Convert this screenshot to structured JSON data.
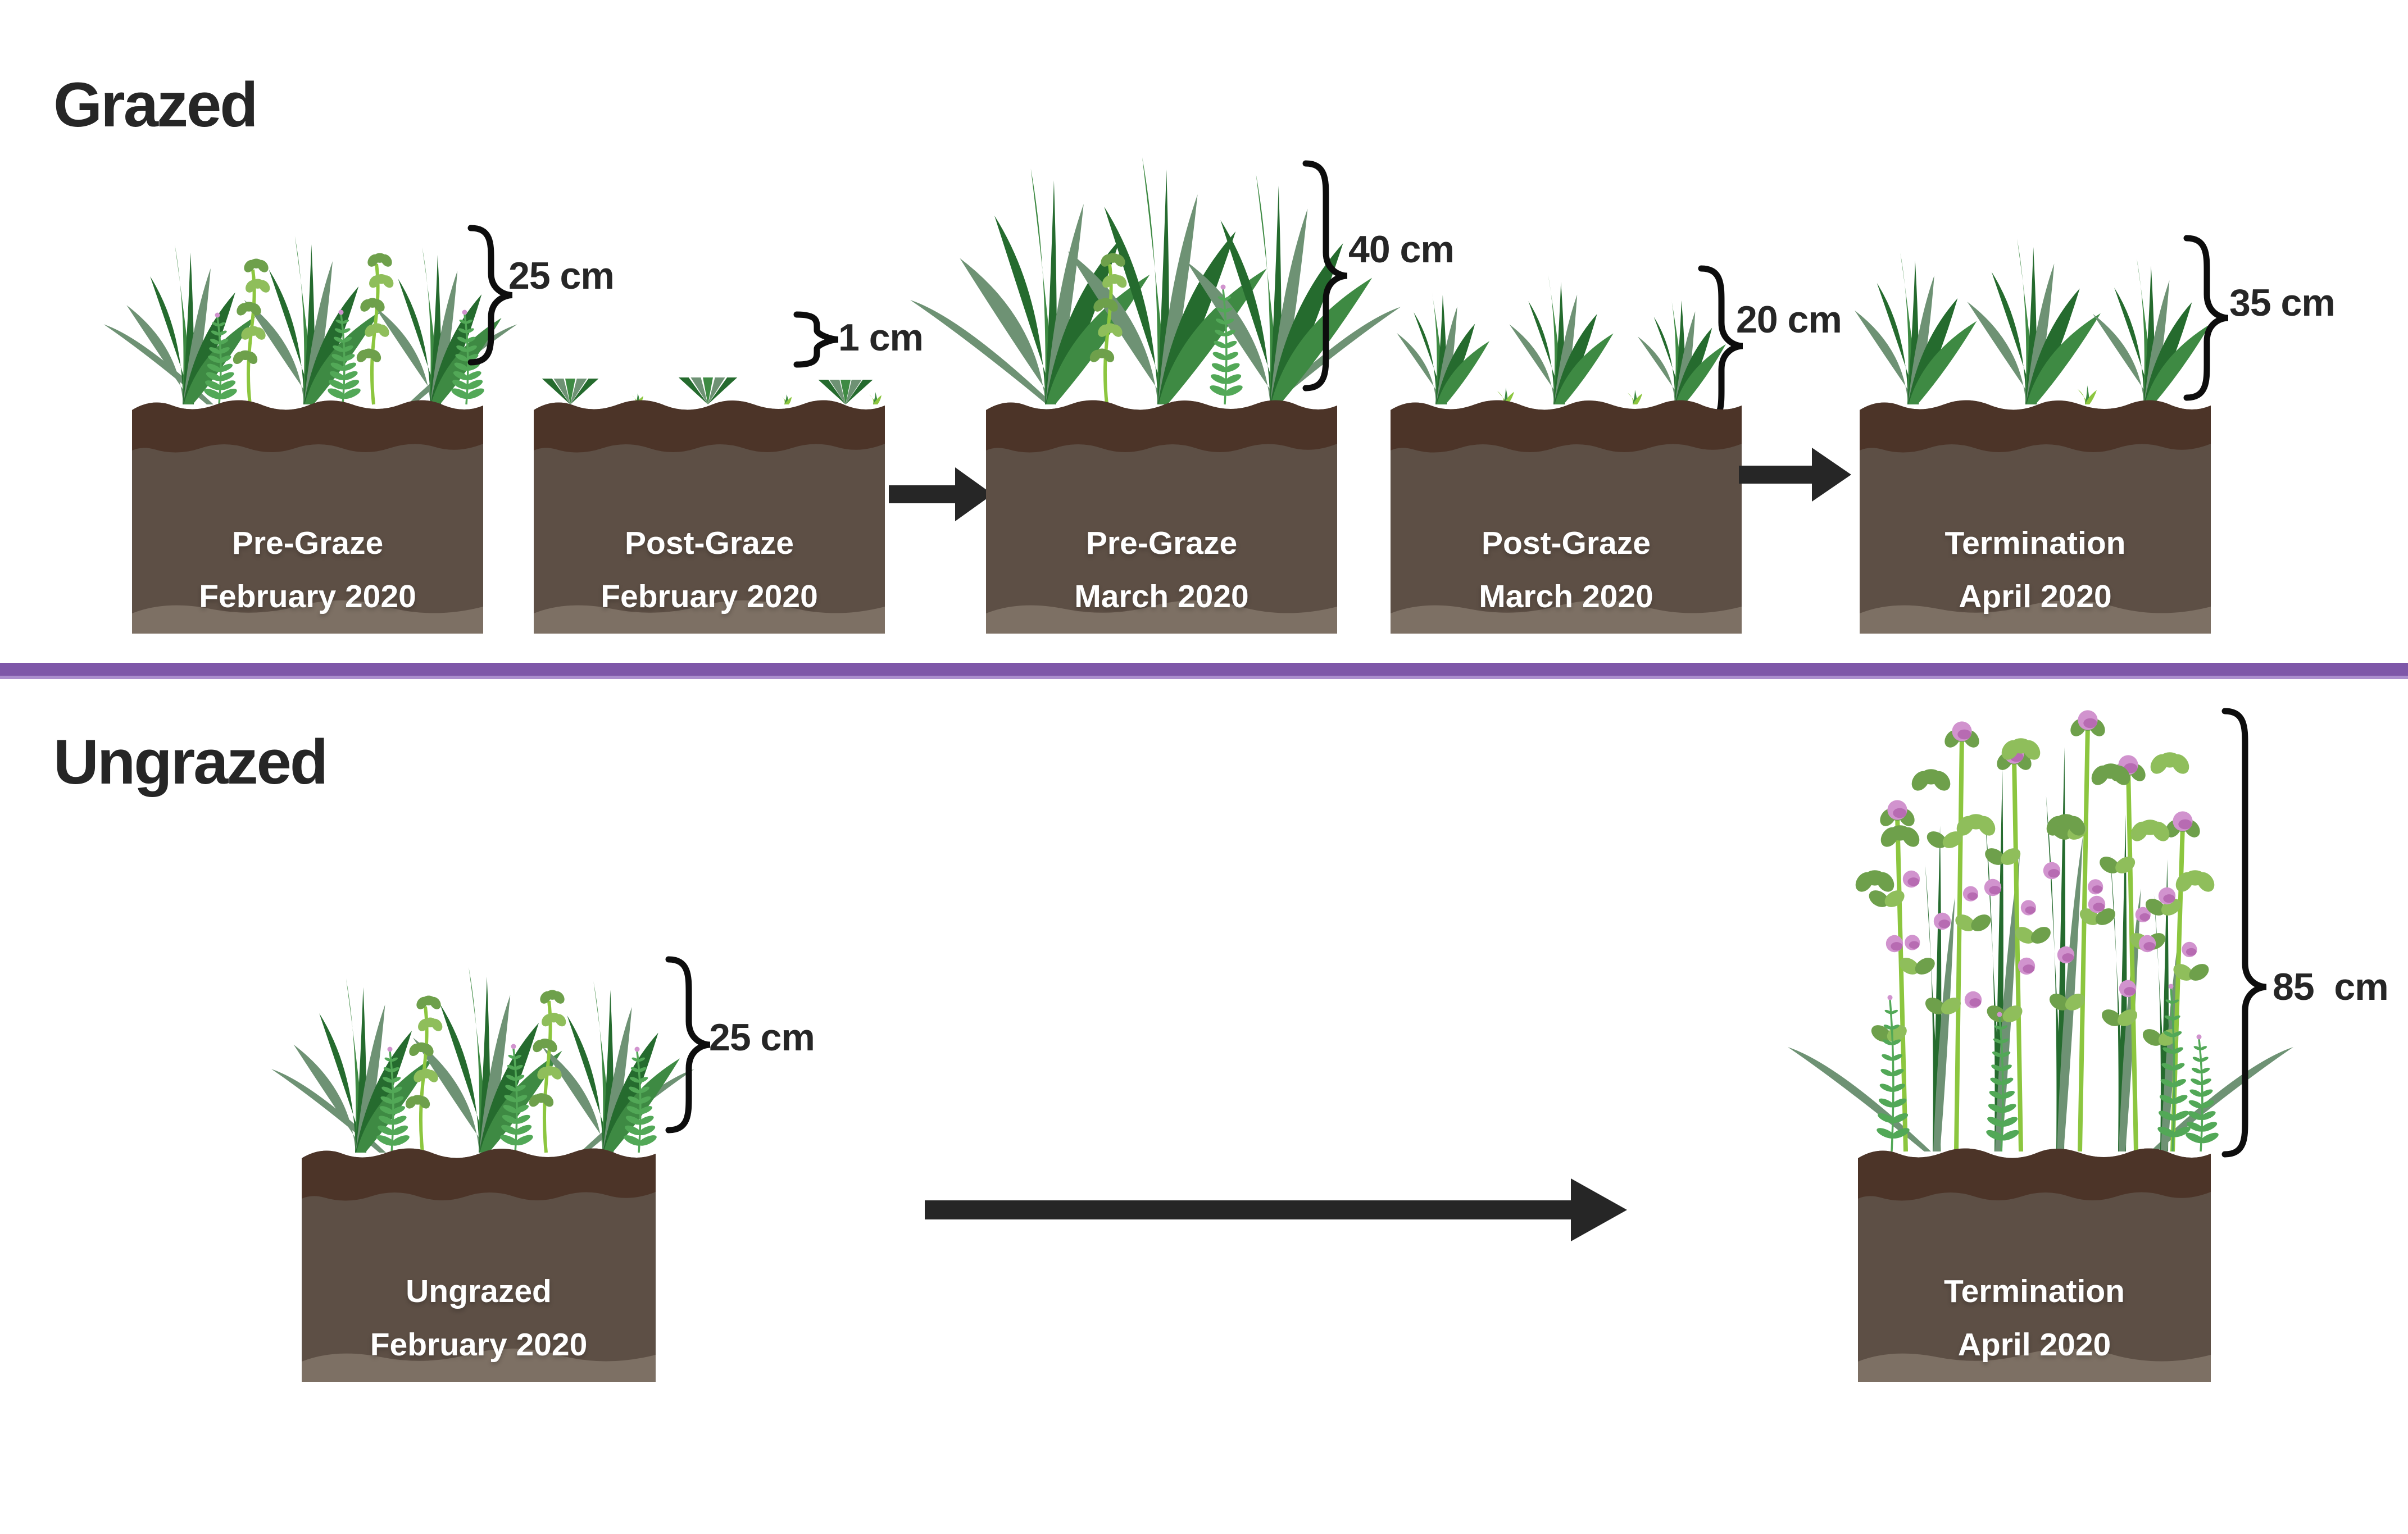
{
  "sections": {
    "grazed": {
      "title": "Grazed",
      "stages": [
        {
          "id": "pre-graze-february",
          "line1": "Pre-Graze",
          "line2": "February 2020",
          "height_label": "25 cm"
        },
        {
          "id": "post-graze-february",
          "line1": "Post-Graze",
          "line2": "February 2020",
          "height_label": "1 cm"
        },
        {
          "id": "pre-graze-march",
          "line1": "Pre-Graze",
          "line2": "March 2020",
          "height_label": "40 cm"
        },
        {
          "id": "post-graze-march",
          "line1": "Post-Graze",
          "line2": "March 2020",
          "height_label": "20 cm"
        },
        {
          "id": "termination-april",
          "line1": "Termination",
          "line2": "April 2020",
          "height_label": "35 cm"
        }
      ]
    },
    "ungrazed": {
      "title": "Ungrazed",
      "stages": [
        {
          "id": "ungrazed-february",
          "line1": "Ungrazed",
          "line2": "February 2020",
          "height_label": "25 cm"
        },
        {
          "id": "termination-april",
          "line1": "Termination",
          "line2": "April 2020",
          "height_label": "85  cm"
        }
      ]
    }
  },
  "colors": {
    "background": "#ffffff",
    "title_text": "#262626",
    "label_text": "#262626",
    "divider_purple": "#7e57a8",
    "divider_purple_light": "#ab8ecd",
    "arrow_black": "#262626",
    "brace_black": "#0d0d0d",
    "soil_dark": "#4c3428",
    "soil_mid": "#5d4f45",
    "soil_light": "#7d7064",
    "soil_text": "#ffffff",
    "grass_dark": "#256b2e",
    "grass_mid": "#3e8a43",
    "grass_gray": "#6e9274",
    "grass_light": "#8fb491",
    "stem_light": "#8cc63f",
    "clover_green": "#6ea04b",
    "clover_light": "#8fbe5b",
    "fern_green": "#52a857",
    "flower_pink": "#d193ce",
    "flower_dark": "#b76bb2"
  }
}
